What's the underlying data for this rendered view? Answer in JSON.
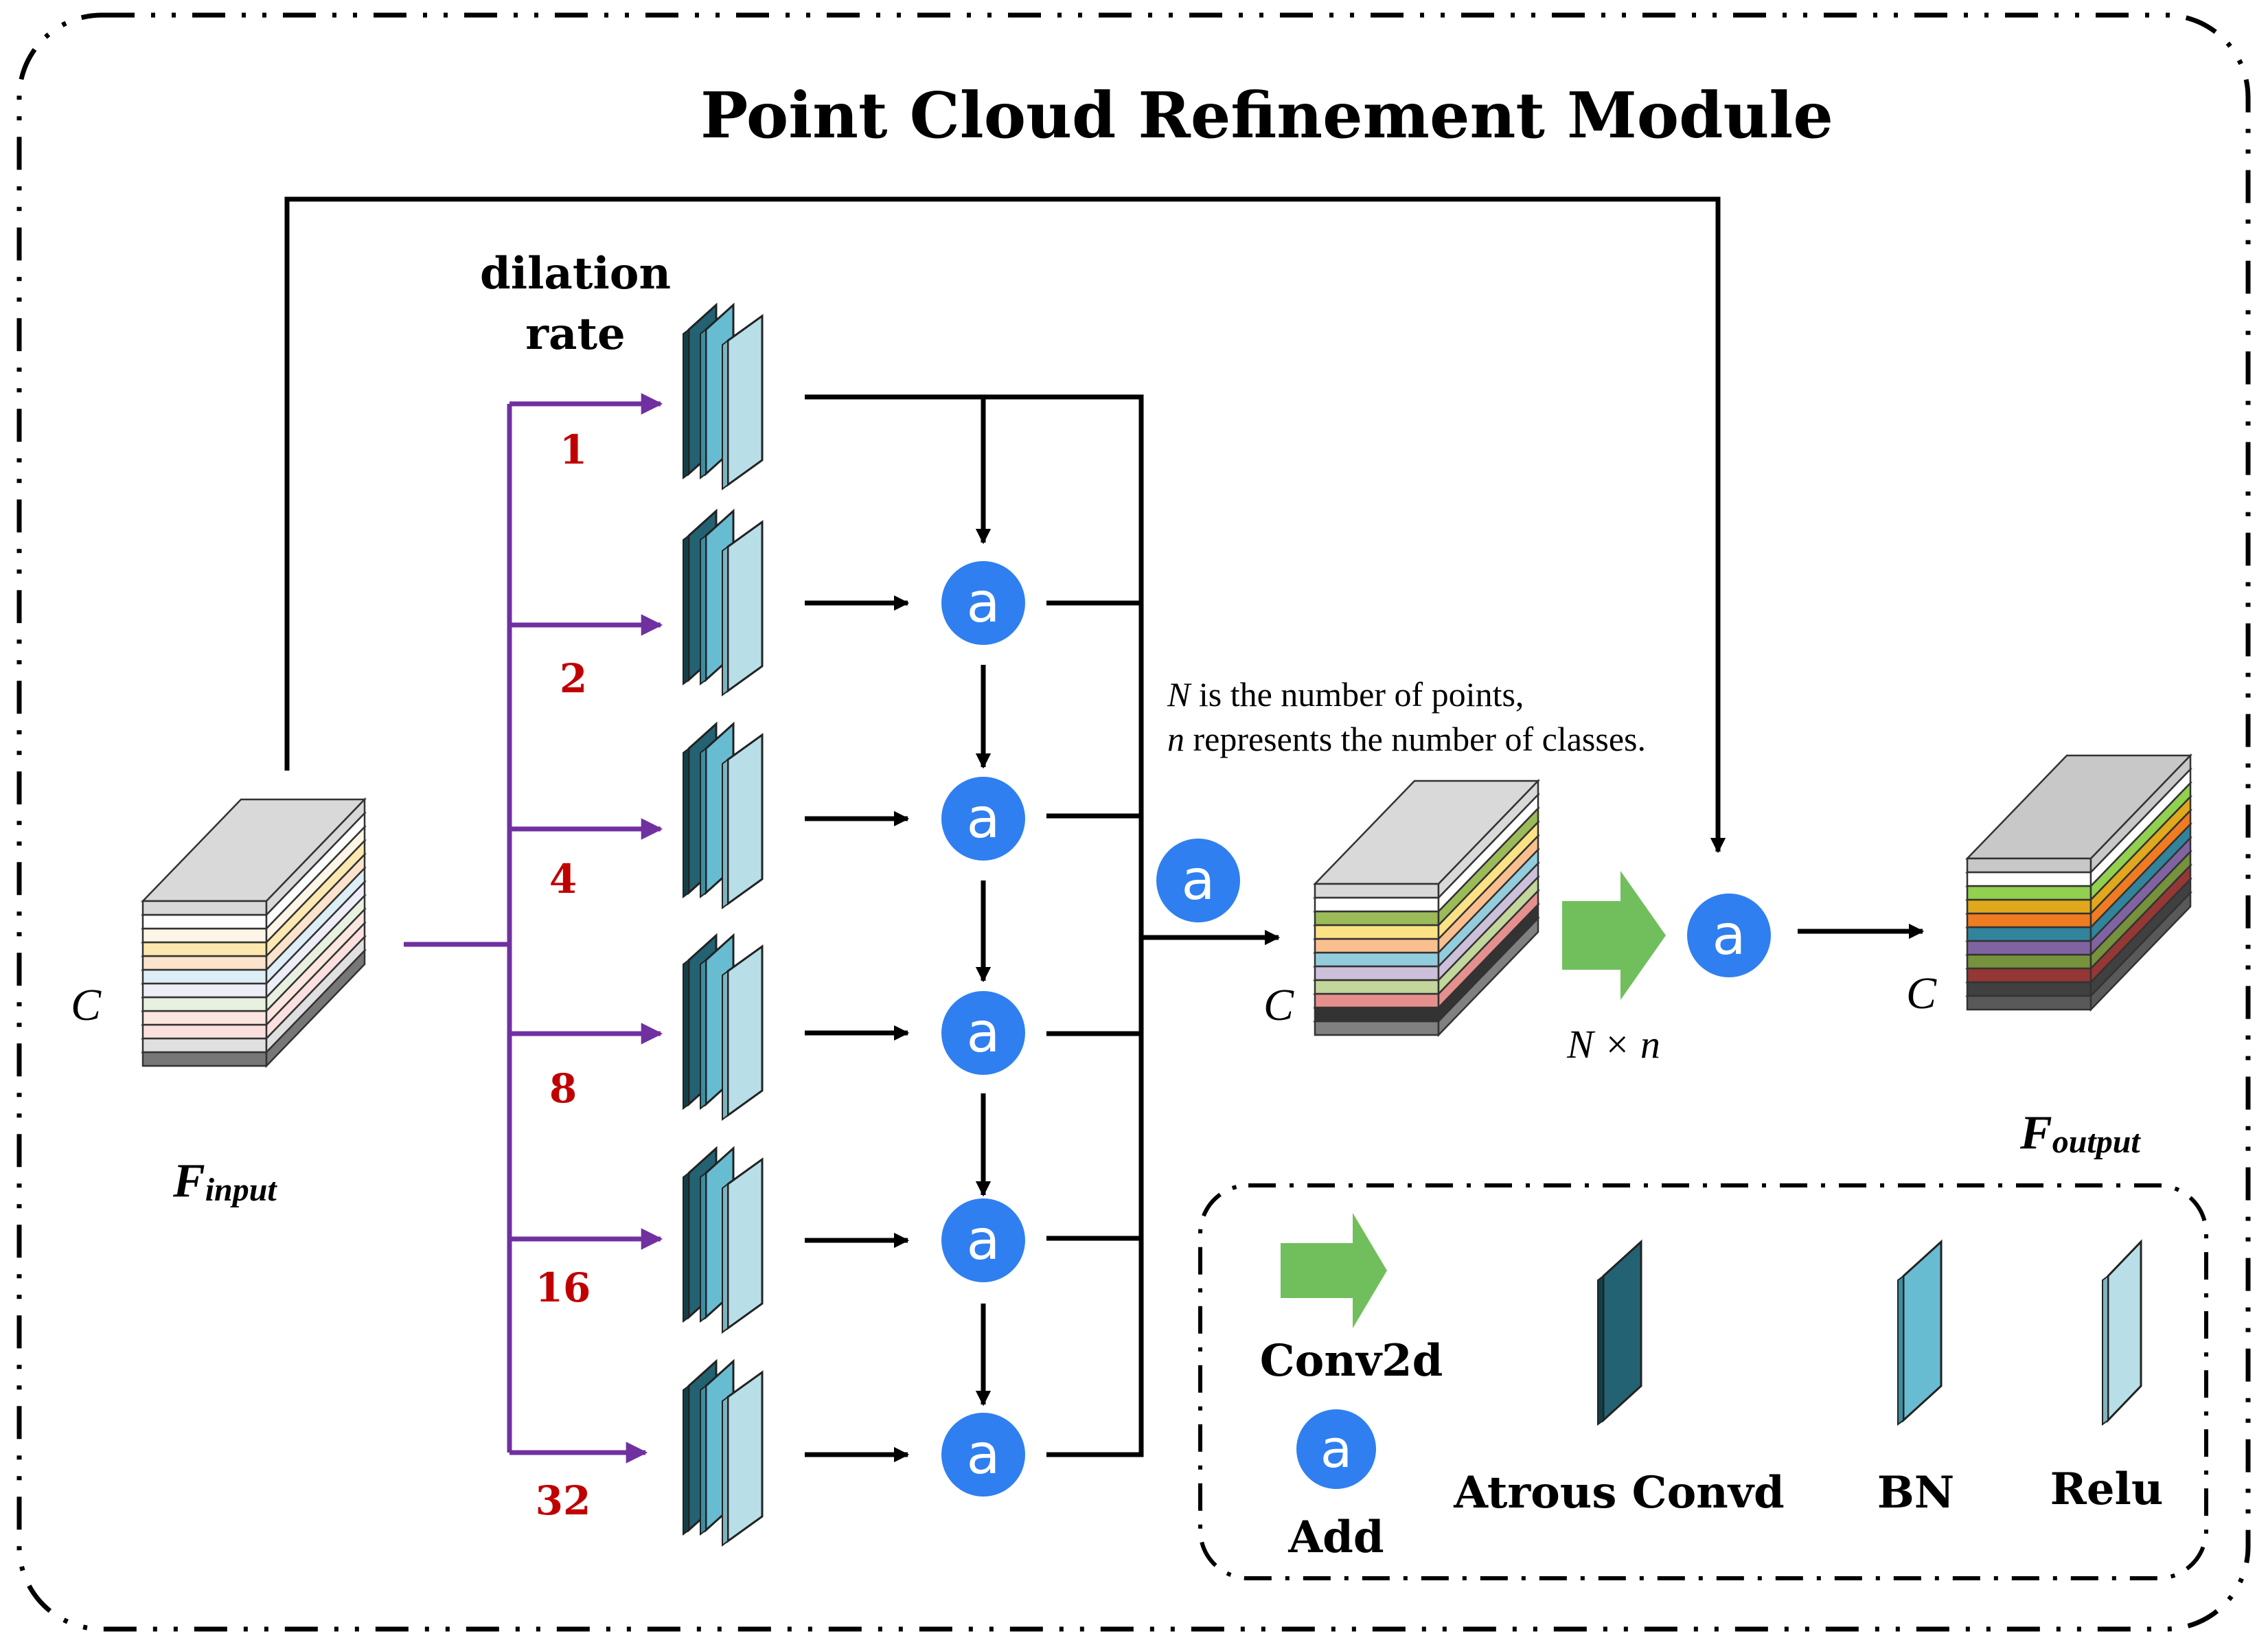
{
  "title": "Point Cloud Refinement Module",
  "dilation_label": [
    "dilation",
    "rate"
  ],
  "dilation_rates": [
    "1",
    "2",
    "4",
    "8",
    "16",
    "32"
  ],
  "add_symbol": "a",
  "c_label": "C",
  "input_label": {
    "main": "F",
    "sub": "input"
  },
  "output_label": {
    "main": "F",
    "sub": "output"
  },
  "note": {
    "line1_var": "N",
    "line1_text": " is the number of points,",
    "line2_var": "n",
    "line2_text": " represents the number of classes."
  },
  "nxn_label": "N × n",
  "legend": {
    "conv2d": "Conv2d",
    "add": "Add",
    "atrous": "Atrous Convd",
    "bn": "BN",
    "relu": "Relu"
  },
  "colors": {
    "purple": "#7030a0",
    "red": "#c00000",
    "add_blue": "#2f7ff0",
    "green": "#70bf5c",
    "atrous": "#236272",
    "bn": "#68bcd2",
    "relu": "#b8dfe8"
  },
  "input_stack_colors": [
    "#d9d9d9",
    "#ffffff",
    "#fdf6e6",
    "#fde9b0",
    "#fbe3cc",
    "#deeef6",
    "#eeeef8",
    "#e8f1df",
    "#fce6e0",
    "#fce0e0",
    "#e0e0e0",
    "#777777"
  ],
  "mid_stack_colors": [
    "#d9d9d9",
    "#ffffff",
    "#9bbb59",
    "#fde285",
    "#fabf8f",
    "#93cddd",
    "#ccc0da",
    "#c3d69b",
    "#e6908e",
    "#333333",
    "#808080"
  ],
  "output_stack_colors": [
    "#c8c8c8",
    "#ffffff",
    "#92d050",
    "#e0a81c",
    "#f07c22",
    "#31849b",
    "#8064a2",
    "#76923c",
    "#953735",
    "#404040",
    "#595959"
  ]
}
